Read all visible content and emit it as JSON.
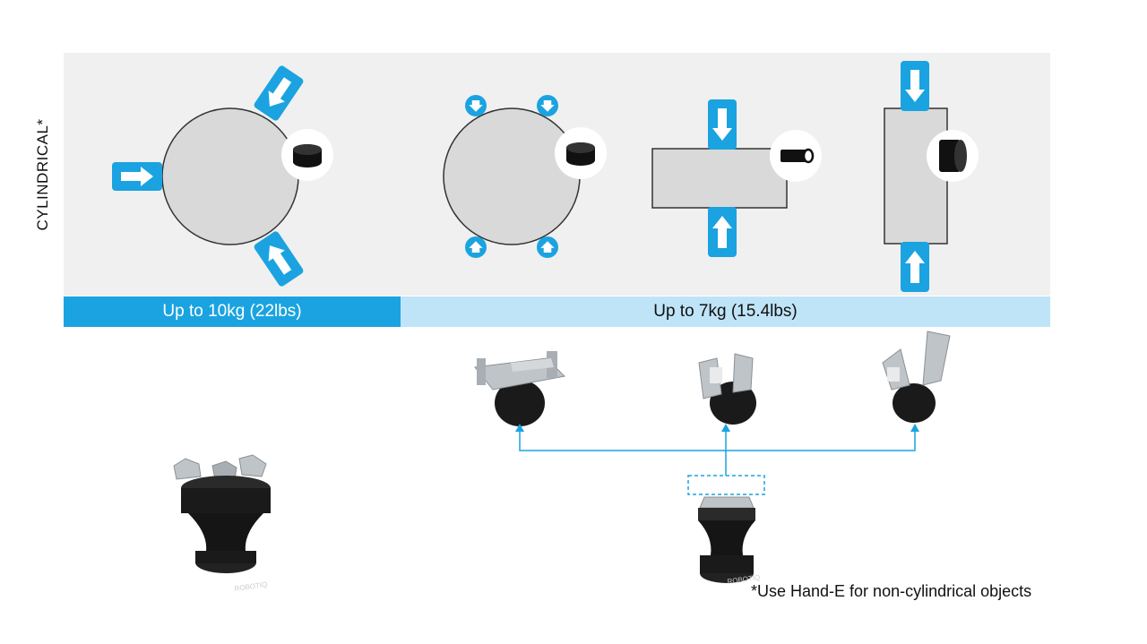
{
  "side_label": "CYLINDRICAL*",
  "capacity_bars": {
    "left": "Up to 10kg (22lbs)",
    "right": "Up to 7kg (15.4lbs)"
  },
  "footnote": "*Use Hand-E for non-cylindrical objects",
  "logo_text": "ROBOTIQ",
  "colors": {
    "accent": "#1aa3e0",
    "accent_light": "#bfe4f7",
    "shape_fill": "#d9d9d9",
    "panel": "#f0f0f0",
    "gripper_dark": "#1a1a1a",
    "gripper_metal": "#bfc4c8"
  },
  "icons": [
    "arrow-right-icon",
    "arrow-down-icon",
    "arrow-up-icon",
    "cylinder-icon",
    "robotiq-gripper"
  ]
}
